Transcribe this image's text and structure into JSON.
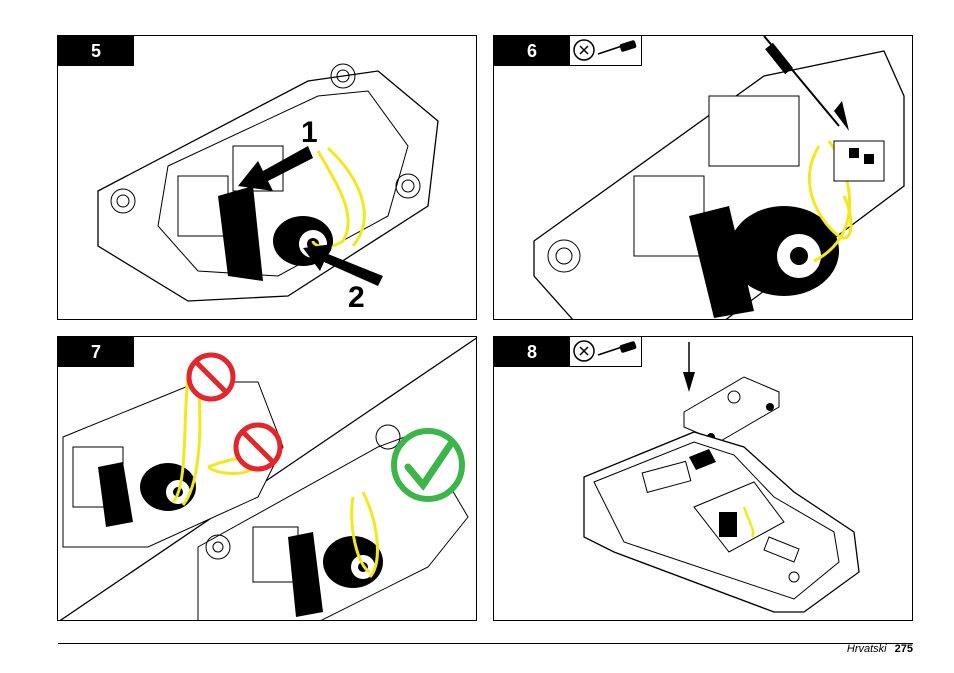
{
  "steps": [
    {
      "number": "5",
      "callouts": [
        "1",
        "2"
      ]
    },
    {
      "number": "6",
      "tool_icon": "screwdriver-icon"
    },
    {
      "number": "7",
      "status_icons": [
        "prohibited-icon",
        "prohibited-icon",
        "check-icon"
      ]
    },
    {
      "number": "8",
      "tool_icon": "screwdriver-icon"
    }
  ],
  "footer": {
    "language": "Hrvatski",
    "page_number": "275"
  },
  "colors": {
    "wire": "#f4e81a",
    "prohibited": "#e3262b",
    "check": "#3cb54a",
    "badge": "#000000"
  }
}
